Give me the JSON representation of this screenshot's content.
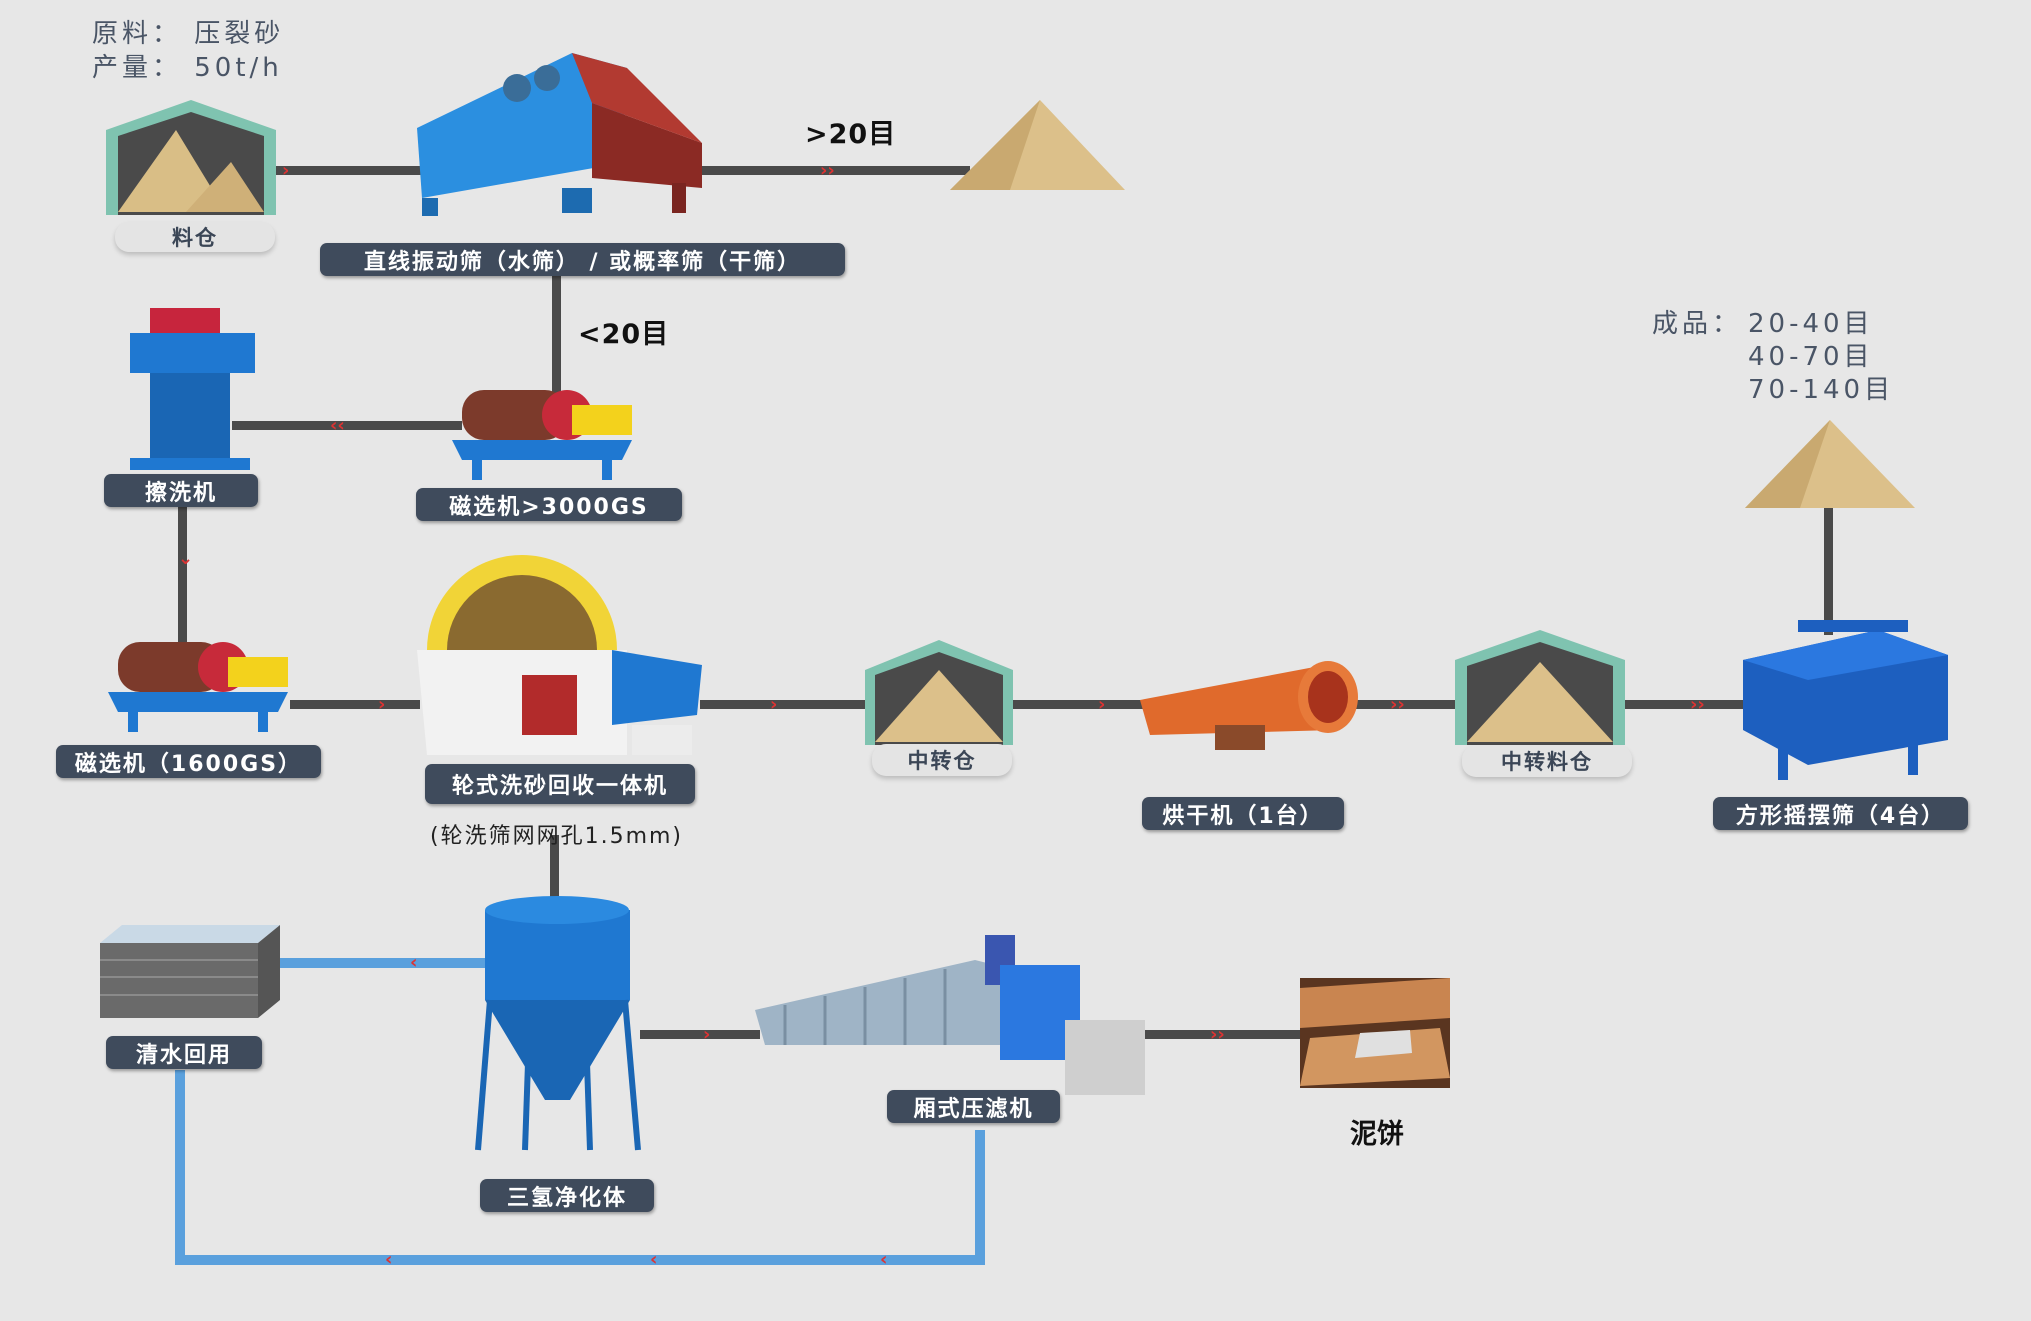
{
  "notes": {
    "raw_material": "原料： 压裂砂",
    "capacity": "产量： 50t/h",
    "products_title": "成品：",
    "products": [
      "20-40目",
      "40-70目",
      "70-140目"
    ]
  },
  "mesh_labels": {
    "over": ">20目",
    "under": "<20目"
  },
  "nodes": {
    "silo": "料仓",
    "screen": "直线振动筛（水筛） / 或概率筛（干筛）",
    "scrubber": "擦洗机",
    "mag_high": "磁选机>3000GS",
    "mag_low": "磁选机（1600GS）",
    "wheel_washer": "轮式洗砂回收一体机",
    "wheel_note": "(轮洗筛网网孔1.5mm)",
    "transfer_bin": "中转仓",
    "dryer": "烘干机（1台）",
    "transfer_silo": "中转料仓",
    "square_screen": "方形摇摆筛（4台）",
    "clean_water": "清水回用",
    "thickener": "三氢净化体",
    "filter_press": "厢式压滤机",
    "mud_cake": "泥饼"
  },
  "colors": {
    "pipe": "#4a4a4a",
    "water_pipe": "#5aa0dd",
    "label_bg": "#3f4b5c",
    "flow_arrow": "#d33333",
    "equipment_blue": "#1f78d1",
    "sand": "#dcc08a"
  }
}
